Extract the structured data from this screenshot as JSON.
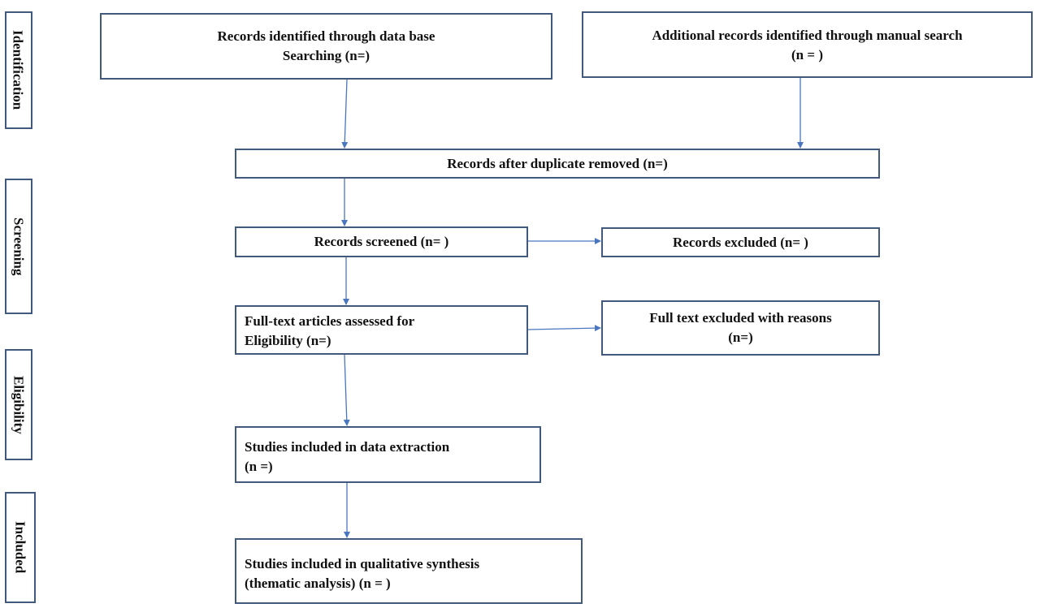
{
  "stages": {
    "identification": "Identification",
    "screening": "Screening",
    "eligibility": "Eligibility",
    "included": "Included"
  },
  "boxes": {
    "db_search": {
      "line1": "Records identified  through data base",
      "line2": "Searching (n=)"
    },
    "manual_search": {
      "line1": "Additional  records identified  through manual  search",
      "line2": "(n = )"
    },
    "duplicates_removed": {
      "line1": "Records after duplicate removed (n=)"
    },
    "screened": {
      "line1": "Records screened  (n= )"
    },
    "excluded": {
      "line1": "Records excluded  (n= )"
    },
    "fulltext_assessed": {
      "line1": "Full-text articles assessed for",
      "line2": "Eligibility  (n=)"
    },
    "fulltext_excluded": {
      "line1": "Full text excluded with reasons",
      "line2": "(n=)"
    },
    "data_extraction": {
      "line1": "Studies included  in  data extraction",
      "line2": "(n =)"
    },
    "qualitative_synthesis": {
      "line1": "Studies included  in qualitative synthesis",
      "line2": "(thematic analysis)  (n = )"
    }
  },
  "colors": {
    "border": "#41597c",
    "arrow": "#4a76c0"
  }
}
